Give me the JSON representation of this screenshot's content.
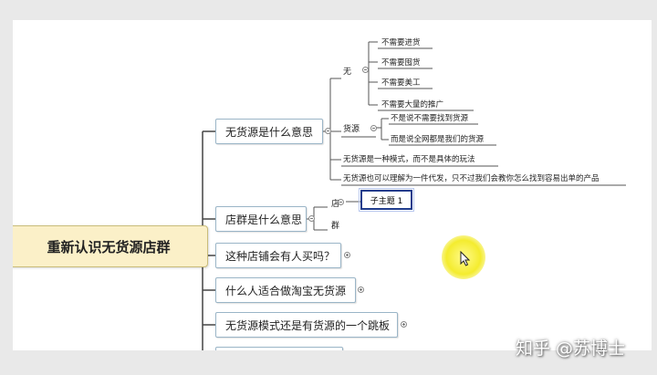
{
  "root": {
    "label": "重新认识无货源店群"
  },
  "branches": [
    {
      "label": "无货源是什么意思"
    },
    {
      "label": "店群是什么意思"
    },
    {
      "label": "这种店铺会有人买吗？"
    },
    {
      "label": "什么人适合做淘宝无货源"
    },
    {
      "label": "无货源模式还是有货源的一个跳板"
    }
  ],
  "branch1": {
    "group_wu": {
      "label": "无",
      "items": [
        "不需要进货",
        "不需要囤货",
        "不需要美工",
        "不需要大量的推广"
      ]
    },
    "group_huoyuan": {
      "label": "货源",
      "items": [
        "不是说不需要找到货源",
        "而是说全网都是我们的货源"
      ]
    },
    "notes": [
      "无货源是一种模式，而不是具体的玩法",
      "无货源也可以理解为一件代发，只不过我们会教你怎么找到容易出单的产品"
    ]
  },
  "branch2": {
    "label_dian": "店",
    "label_qun": "群",
    "selected_topic": "子主题 1"
  },
  "watermark": "知乎 @苏博士",
  "colors": {
    "root_fill": "#fbf0c8",
    "node_border": "#9ab5c7",
    "connector": "#444444",
    "selected_border": "#1f3c8c",
    "cursor_highlight": "#f4ec2e"
  },
  "icons": [
    "collapse-icon",
    "expand-icon",
    "mouse-cursor-icon"
  ]
}
